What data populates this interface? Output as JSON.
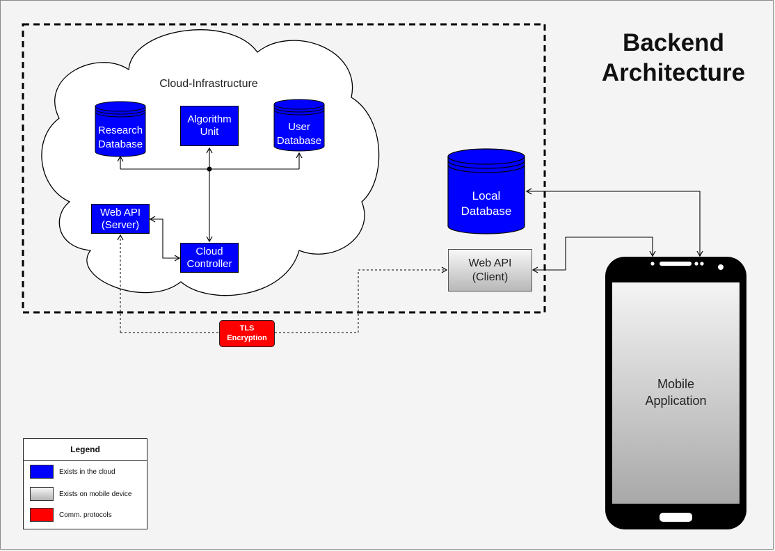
{
  "title": "Backend\nArchitecture",
  "cloud": {
    "label": "Cloud-Infrastructure",
    "research_db": "Research\nDatabase",
    "algorithm_unit": "Algorithm\nUnit",
    "user_db": "User\nDatabase",
    "web_api_server": "Web API\n(Server)",
    "cloud_controller": "Cloud\nController"
  },
  "local_db": "Local\nDatabase",
  "web_api_client": "Web API\n(Client)",
  "tls": "TLS\nEncryption",
  "mobile_app": "Mobile\nApplication",
  "legend": {
    "title": "Legend",
    "items": [
      {
        "label": "Exists in the cloud",
        "color": "#0000ff"
      },
      {
        "label": "Exists on mobile device",
        "color": "#c8c8c8"
      },
      {
        "label": "Comm. protocols",
        "color": "#ff0000"
      }
    ]
  },
  "colors": {
    "cloud_component": "#0000ff",
    "protocol": "#ff0000",
    "phone": "#000000"
  }
}
